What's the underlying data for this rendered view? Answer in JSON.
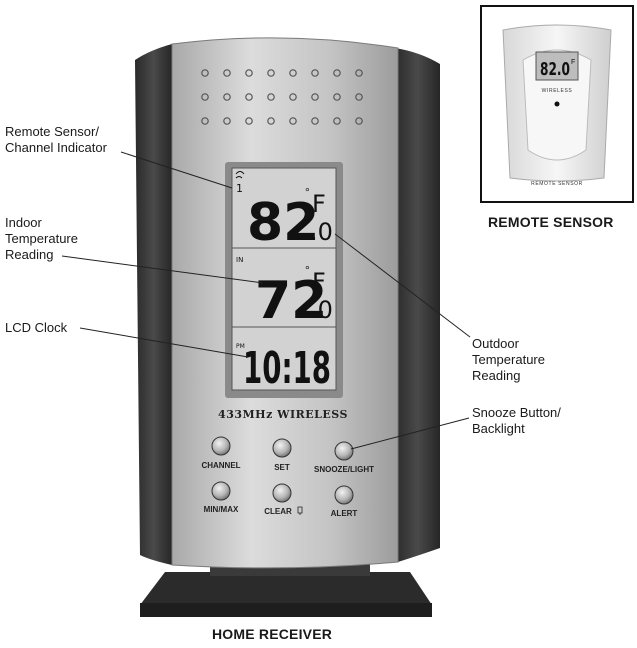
{
  "callouts": {
    "remote_sensor": [
      "Remote Sensor/",
      "Channel Indicator"
    ],
    "indoor_temp": [
      "Indoor",
      "Temperature",
      "Reading"
    ],
    "lcd_clock": [
      "LCD Clock"
    ],
    "outdoor_temp": [
      "Outdoor",
      "Temperature",
      "Reading"
    ],
    "snooze": [
      "Snooze Button/",
      "Backlight"
    ]
  },
  "captions": {
    "home_receiver": "HOME RECEIVER",
    "remote_sensor": "REMOTE SENSOR"
  },
  "receiver": {
    "outdoor_temp": "82",
    "outdoor_decimal": ".0",
    "indoor_temp": "72",
    "indoor_decimal": ".0",
    "unit": "F",
    "clock": "10:18",
    "channel_number": "1",
    "indoor_indicator": "IN",
    "pm_indicator": "PM",
    "wireless_label": "433MHz WIRELESS",
    "buttons": [
      "CHANNEL",
      "SET",
      "SNOOZE/LIGHT",
      "MIN/MAX",
      "CLEAR",
      "ALERT"
    ]
  },
  "sensor": {
    "display": "82.0",
    "unit": "F",
    "wireless_label": "WIRELESS",
    "base_label": "REMOTE SENSOR"
  },
  "colors": {
    "body_dark": "#3a3a3a",
    "body_silver": "#c9c9c9",
    "lcd": "#cfcfcf",
    "sensor_body": "#eeeeee"
  }
}
